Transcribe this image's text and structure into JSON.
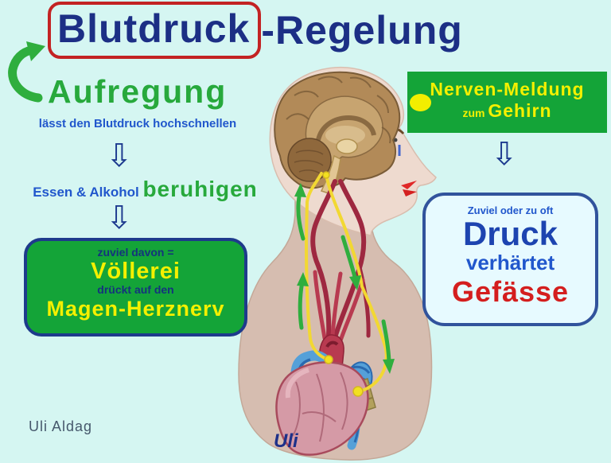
{
  "title": {
    "boxed": "Blutdruck",
    "rest": "-Regelung"
  },
  "left_flow": {
    "trigger": "Aufregung",
    "trigger_sub": "lässt den Blutdruck hochschnellen",
    "arrow": "⇩",
    "calm_prefix": "Essen & Alkohol ",
    "calm_word": "beruhigen",
    "box": {
      "line1": "zuviel davon =",
      "line2": "Völlerei",
      "line3": "drückt auf den",
      "line4": "Magen-Herznerv"
    }
  },
  "right_flow": {
    "nerve_box": {
      "line1": "Nerven-Meldung",
      "line2_small": "zum ",
      "line2_big": "Gehirn"
    },
    "arrow": "⇩",
    "pressure_box": {
      "line1": "Zuviel oder zu oft",
      "line2": "Druck",
      "line3": "verhärtet",
      "line4": "Gefässe"
    }
  },
  "signature": "Uli Aldag",
  "figure_signature": "Uli",
  "colors": {
    "background": "#d5f6f2",
    "title_navy": "#1c2f85",
    "box_green": "#14a438",
    "text_yellow": "#f4f000",
    "text_green": "#27a93c",
    "text_blue": "#2157cc",
    "text_red": "#d41e1e",
    "red_box_border": "#c32323",
    "skin_body": "#d6bdb0",
    "skin_face": "#eedacf",
    "brain_brown": "#b28a58",
    "vessel_red": "#9e2840",
    "nerve_yellow": "#f2d832",
    "vein_blue": "#55a0d8"
  }
}
